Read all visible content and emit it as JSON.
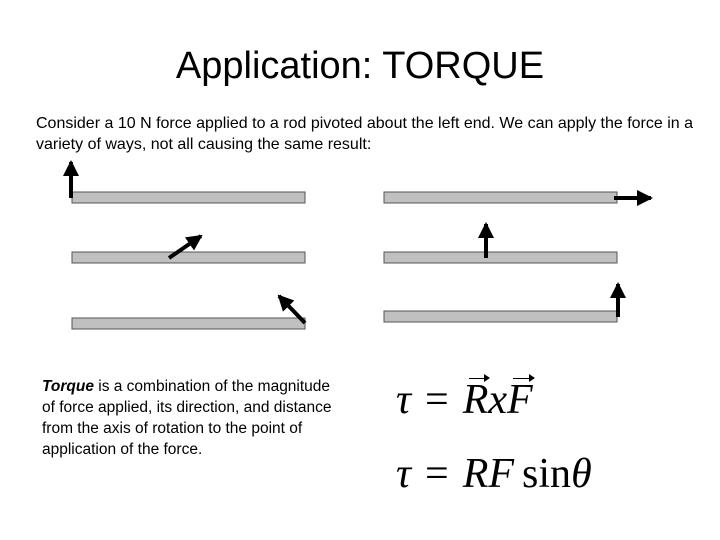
{
  "title": "Application:  TORQUE",
  "intro": "Consider a 10 N force applied to a rod pivoted about the left end.  We can apply the force in a variety of ways, not all causing the same result:",
  "definition": {
    "term": "Torque",
    "text": " is a combination of the magnitude of force applied, its direction, and distance from the axis of rotation to the point of application of the force."
  },
  "equation1": {
    "lhs": "τ",
    "equals": "=",
    "r": "R",
    "x": "x",
    "f": "F"
  },
  "equation2": {
    "lhs": "τ",
    "equals": "=",
    "rf": "RF",
    "sin": "sin",
    "theta": "θ"
  },
  "colors": {
    "rod_fill": "#c0c0c0",
    "rod_stroke": "#555555",
    "arrow": "#000000"
  }
}
